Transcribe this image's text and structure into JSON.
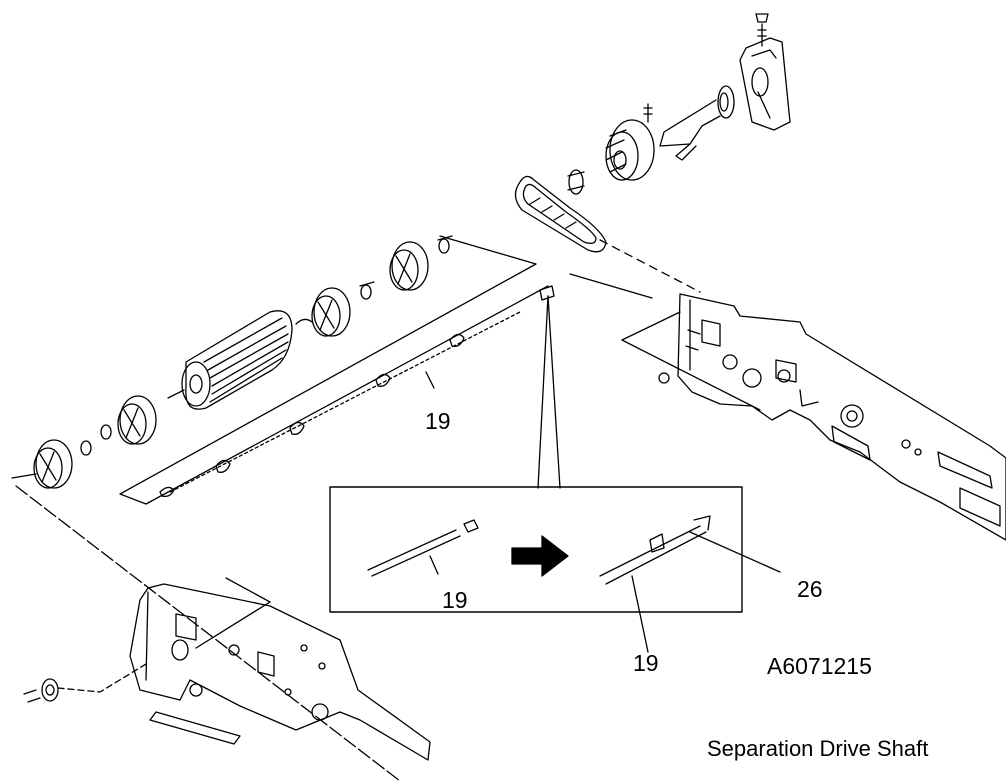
{
  "labels": {
    "shaft_main": "19",
    "inset_left": "19",
    "inset_right": "19",
    "retainer": "26",
    "figure_id": "A6071215",
    "caption": "Separation Drive Shaft"
  },
  "colors": {
    "line": "#000000",
    "background": "#ffffff",
    "arrow": "#000000"
  }
}
